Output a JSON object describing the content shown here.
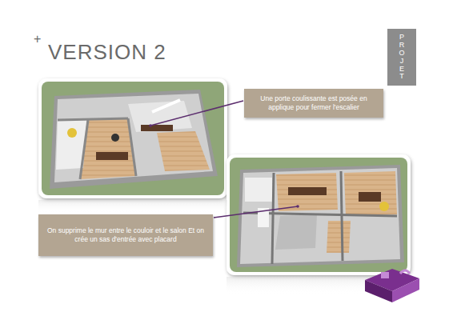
{
  "diagram": {
    "title": "VERSION 2",
    "nodes": [
      {
        "text": [
          "PROJET"
        ]
      },
      {
        "text": [
          "Une porte coulissante est posée en applique pour fermer l'escalier"
        ]
      },
      {
        "text": [
          "On supprime le mur entre le couloir et le salon Et on crée un sas d'entrée avec placard"
        ]
      }
    ],
    "labels": [
      "+"
    ]
  }
}
